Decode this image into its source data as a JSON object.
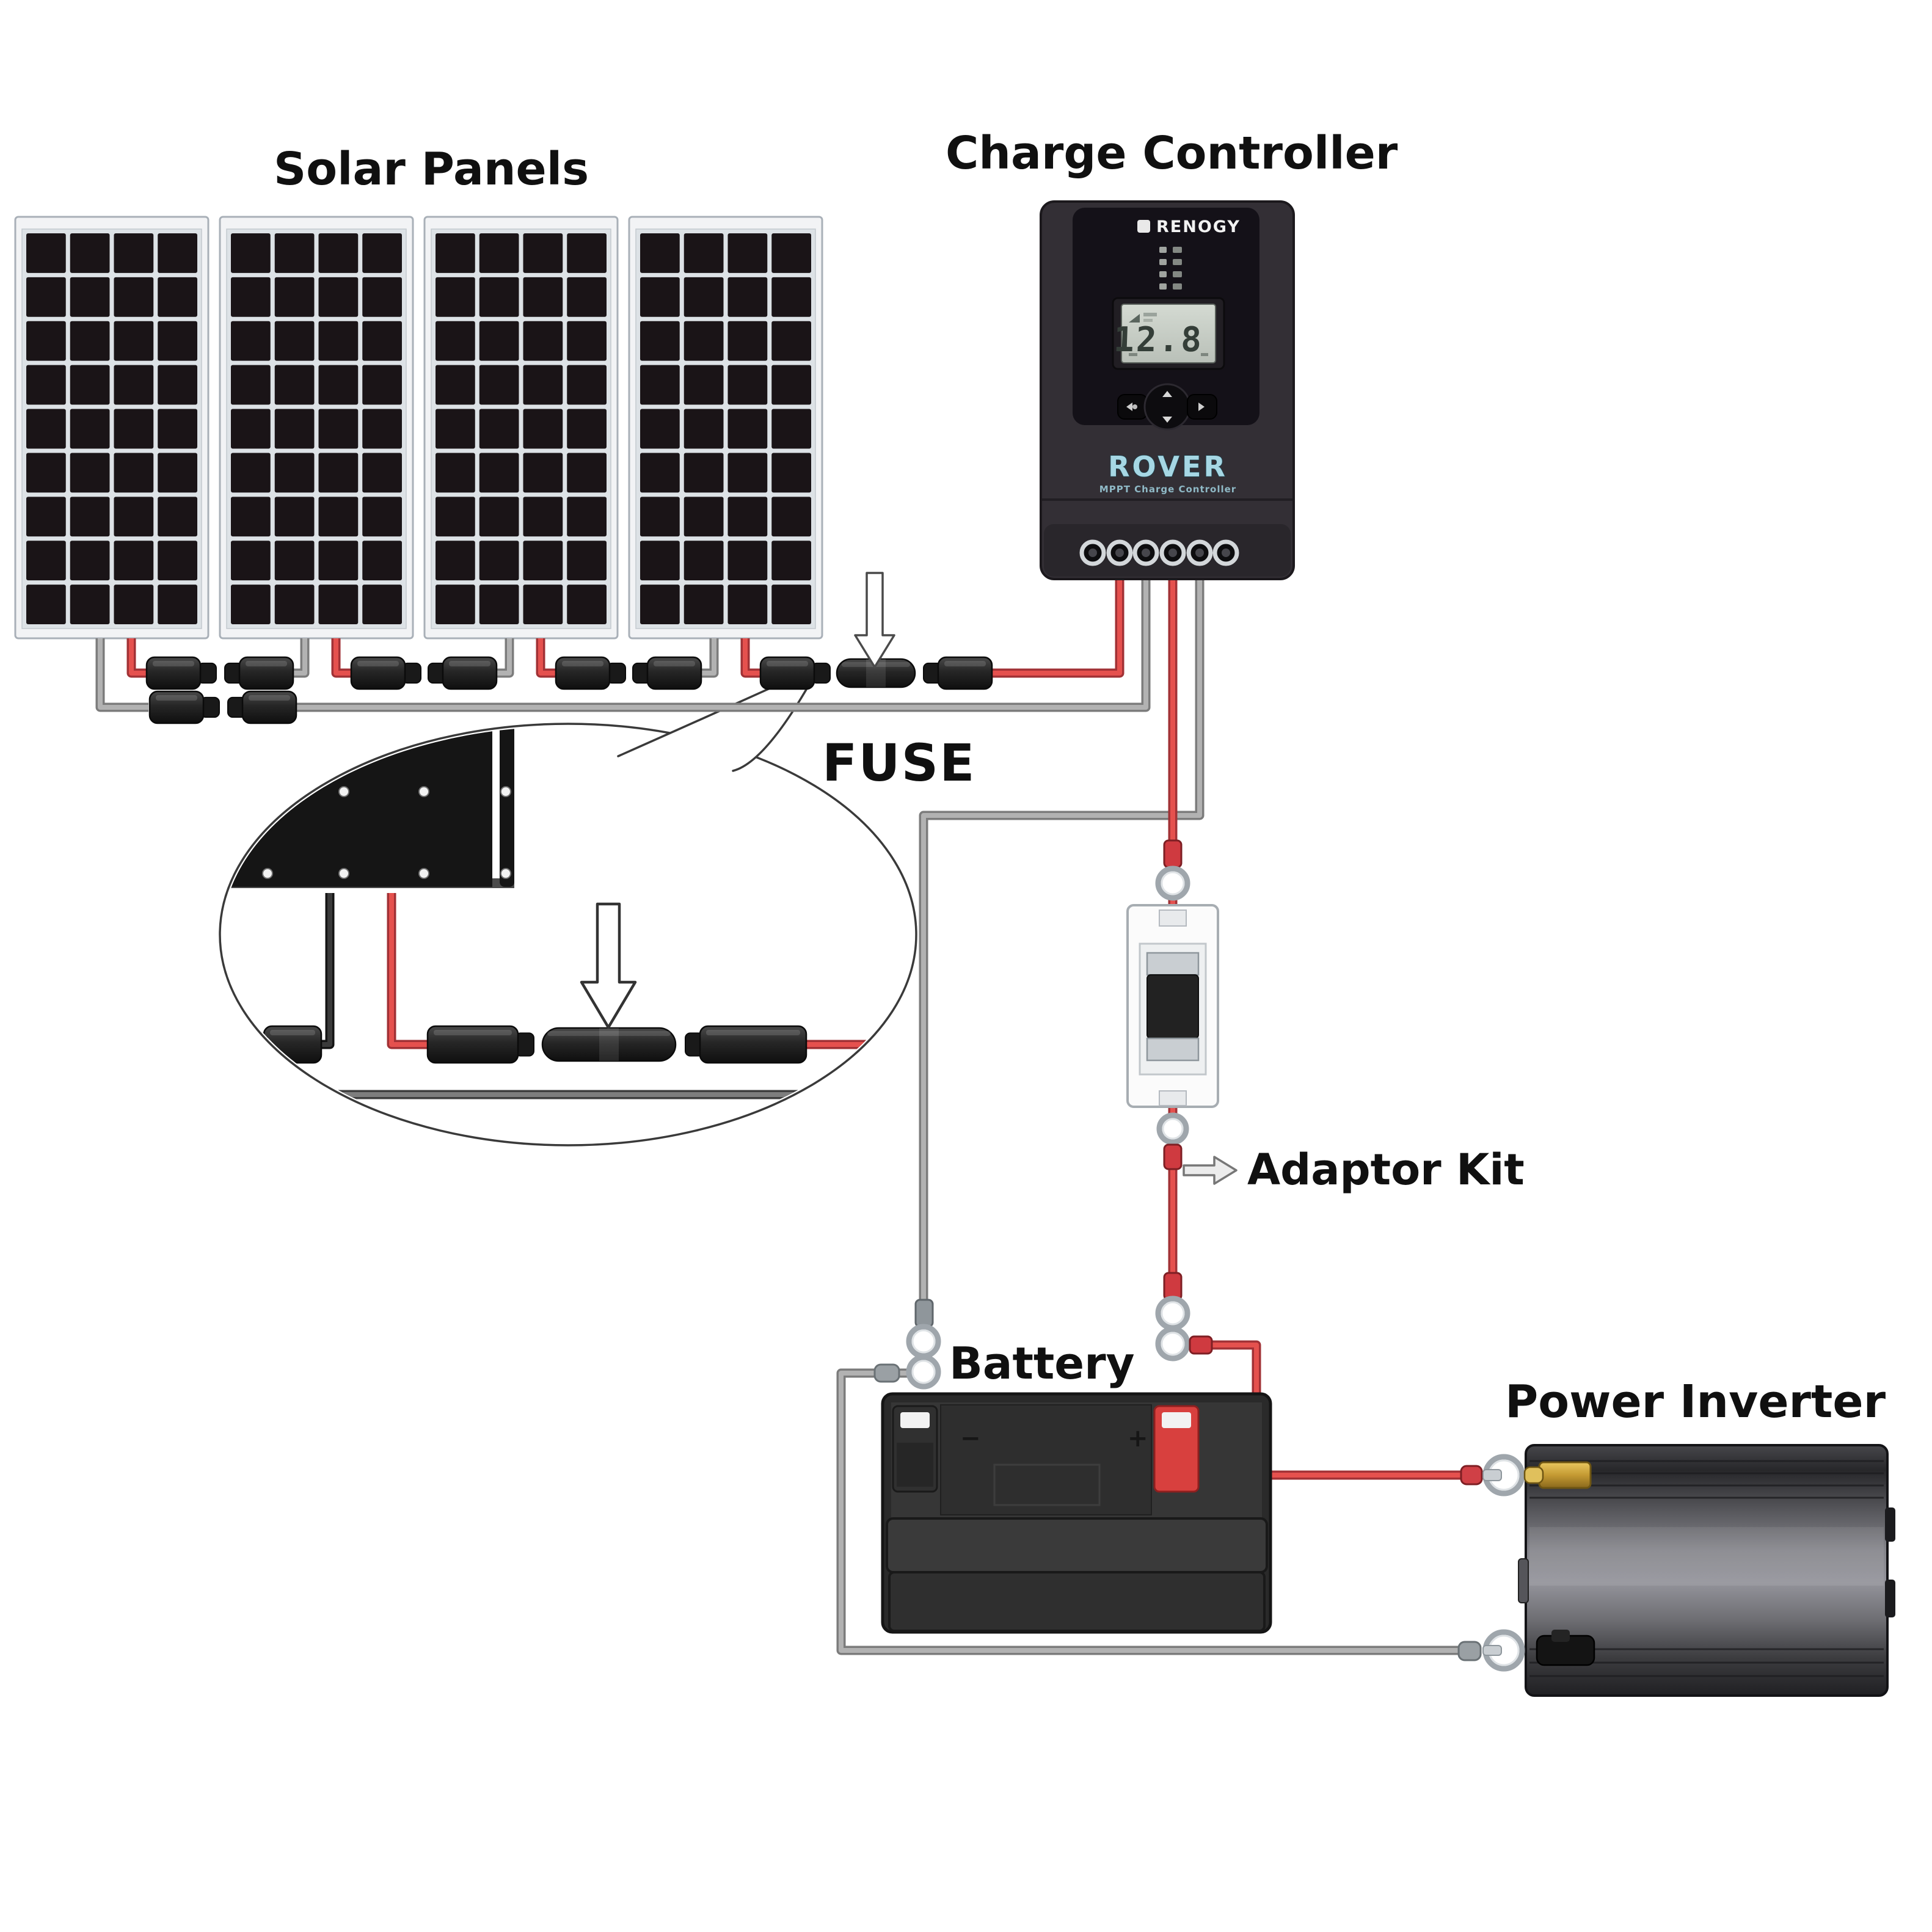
{
  "titles": {
    "solar_panels": "Solar Panels",
    "charge_controller": "Charge Controller",
    "fuse": "FUSE",
    "adaptor_kit": "Adaptor Kit",
    "battery": "Battery",
    "power_inverter": "Power Inverter"
  },
  "controller": {
    "brand": "RENOGY",
    "model": "ROVER",
    "tagline": "MPPT Charge Controller",
    "lcd_value": "12.8",
    "terminal_count": 6
  },
  "solar_array": {
    "panel_count": 4,
    "cell_rows": 9,
    "cell_columns": 4
  },
  "battery": {
    "negative_mark": "−",
    "positive_mark": "+"
  },
  "icons": {
    "fuse_pointer": "hollow-down-arrow",
    "bubble_fuse_pointer": "hollow-down-arrow",
    "adaptor_pointer": "hollow-right-arrow"
  },
  "colors": {
    "background": "#ffffff",
    "label_text": "#101010",
    "positive_wire": "#e5514e",
    "positive_wire_dark": "#a23236",
    "negative_wire": "#b2b2b2",
    "negative_wire_dark": "#7c7c7c",
    "black_wire": "#3a3a3a",
    "black_wire_dark": "#141414",
    "panel_cell": "#1a1417",
    "panel_frame": "#f2f3f5",
    "rover_accent": "#a6d7e4",
    "battery_positive_terminal": "#d8403e",
    "lcd_screen": "#c9cfc7"
  }
}
